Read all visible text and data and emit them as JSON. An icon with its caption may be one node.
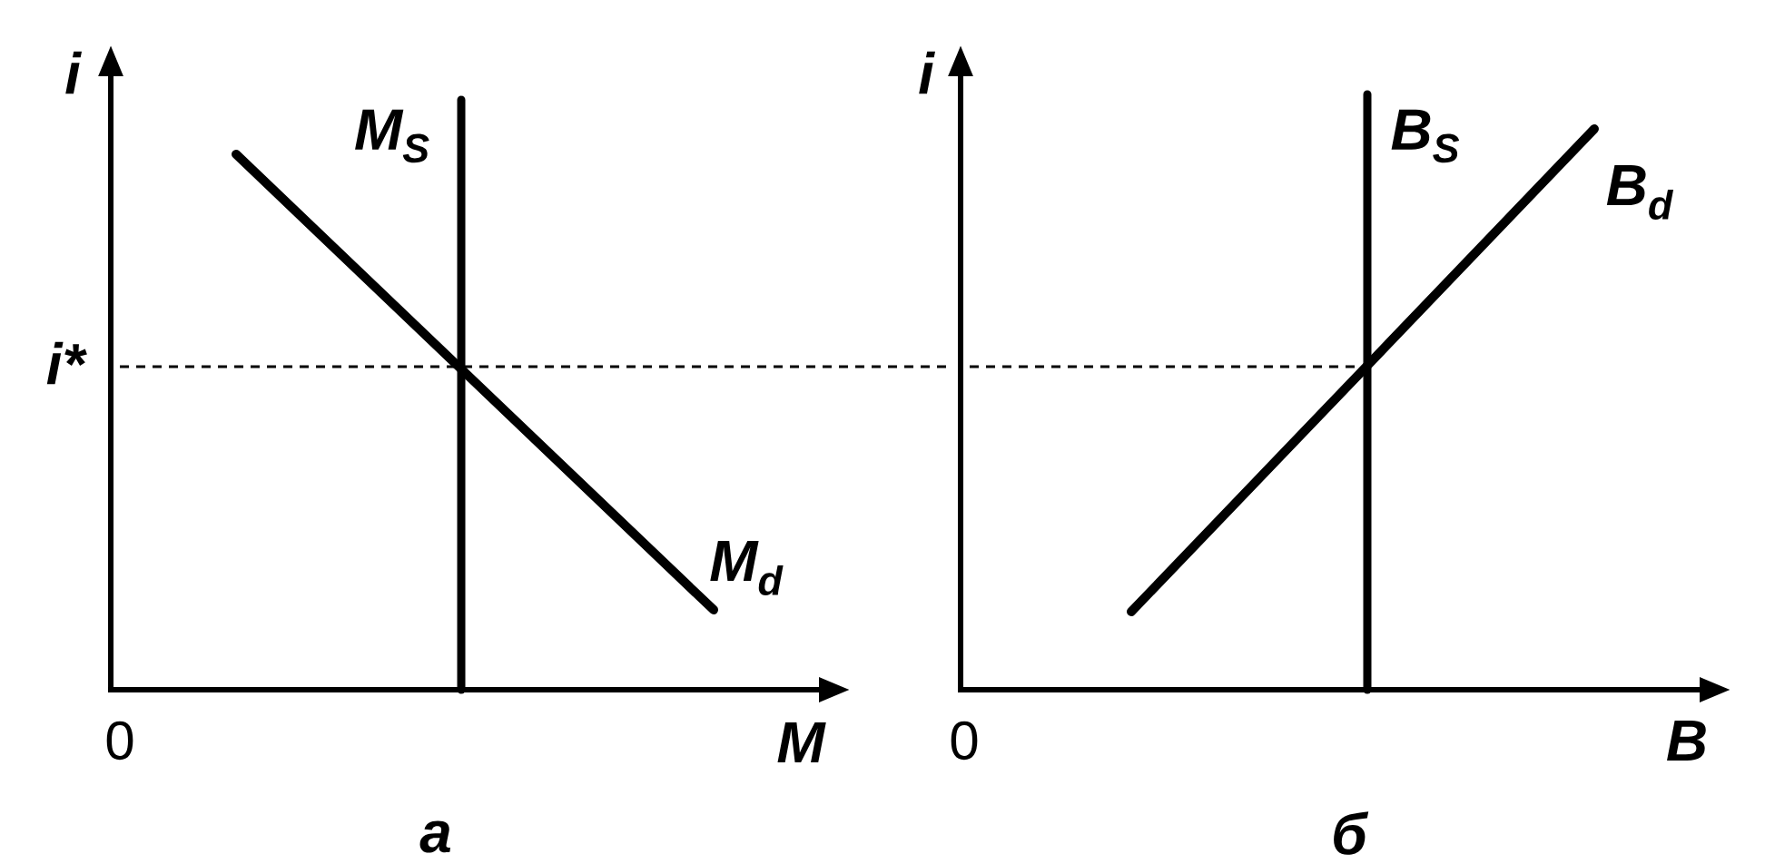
{
  "diagram": {
    "labels": [
      "i",
      "M$_{S}$",
      "i*",
      "M$_{d}$",
      "0",
      "M",
      "а",
      "i",
      "B$_{S}$",
      "B$_{d}$",
      "0",
      "B",
      "б"
    ]
  }
}
